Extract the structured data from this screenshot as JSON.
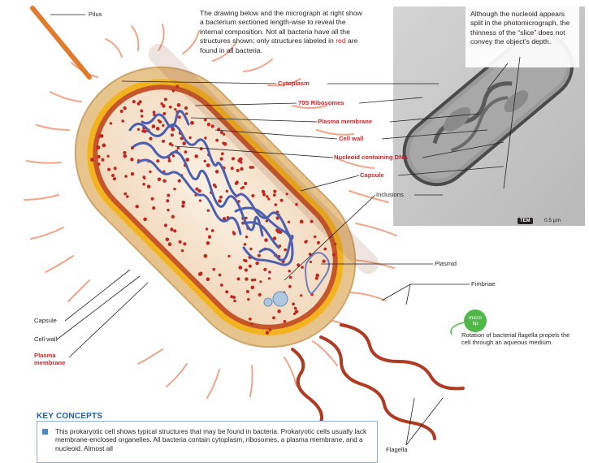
{
  "intro": {
    "before": "The drawing below and the micrograph at right show a bacterium sectioned length-wise to reveal the internal composition. Not all bacteria have all the structures shown; only structures labeled in ",
    "red_word": "red",
    "after": " are found in all bacteria."
  },
  "photo_note": "Although the nucleoid appears split in the photomicrograph, the thinness of the “slice” does not convey the object’s depth.",
  "labels": {
    "pilus": "Pilus",
    "cytoplasm": "Cytoplasm",
    "ribosomes": "70S Ribosomes",
    "plasma_membrane": "Plasma membrane",
    "cell_wall": "Cell wall",
    "nucleoid": "Nucleoid containing DNA",
    "capsule": "Capsule",
    "inclusions": "Inclusions",
    "plasmid": "Plasmid",
    "fimbriae": "Fimbriae",
    "capsule_left": "Capsule",
    "cell_wall_left": "Cell wall",
    "plasma_membrane_left_1": "Plasma",
    "plasma_membrane_left_2": "membrane",
    "flagella": "Flagella"
  },
  "tem_badge": "TEM",
  "scale_bar": "0.5 μm",
  "micro_tip": {
    "line1": "micro",
    "line2": "tip"
  },
  "micro_note": "Rotation of bacterial flagella propels the cell through an aqueous medium.",
  "key_concepts": {
    "title": "KEY CONCEPTS",
    "text": "This prokaryotic cell shows typical structures that may be found in bacteria. Prokaryotic cells usually lack membrane-enclosed organelles. All bacteria contain cytoplasm, ribosomes, a plasma membrane, and a nucleoid. Almost all"
  },
  "colors": {
    "red_label": "#d2232a",
    "capsule": "#e8c48d",
    "cell_wall": "#f2b31f",
    "membrane": "#c7552b",
    "cytoplasm": "#f7e8d6",
    "nucleoid": "#4d5fb0",
    "ribosome": "#c2271f",
    "accent_blue": "#1f5ea8",
    "micro_green": "#4fb848"
  }
}
